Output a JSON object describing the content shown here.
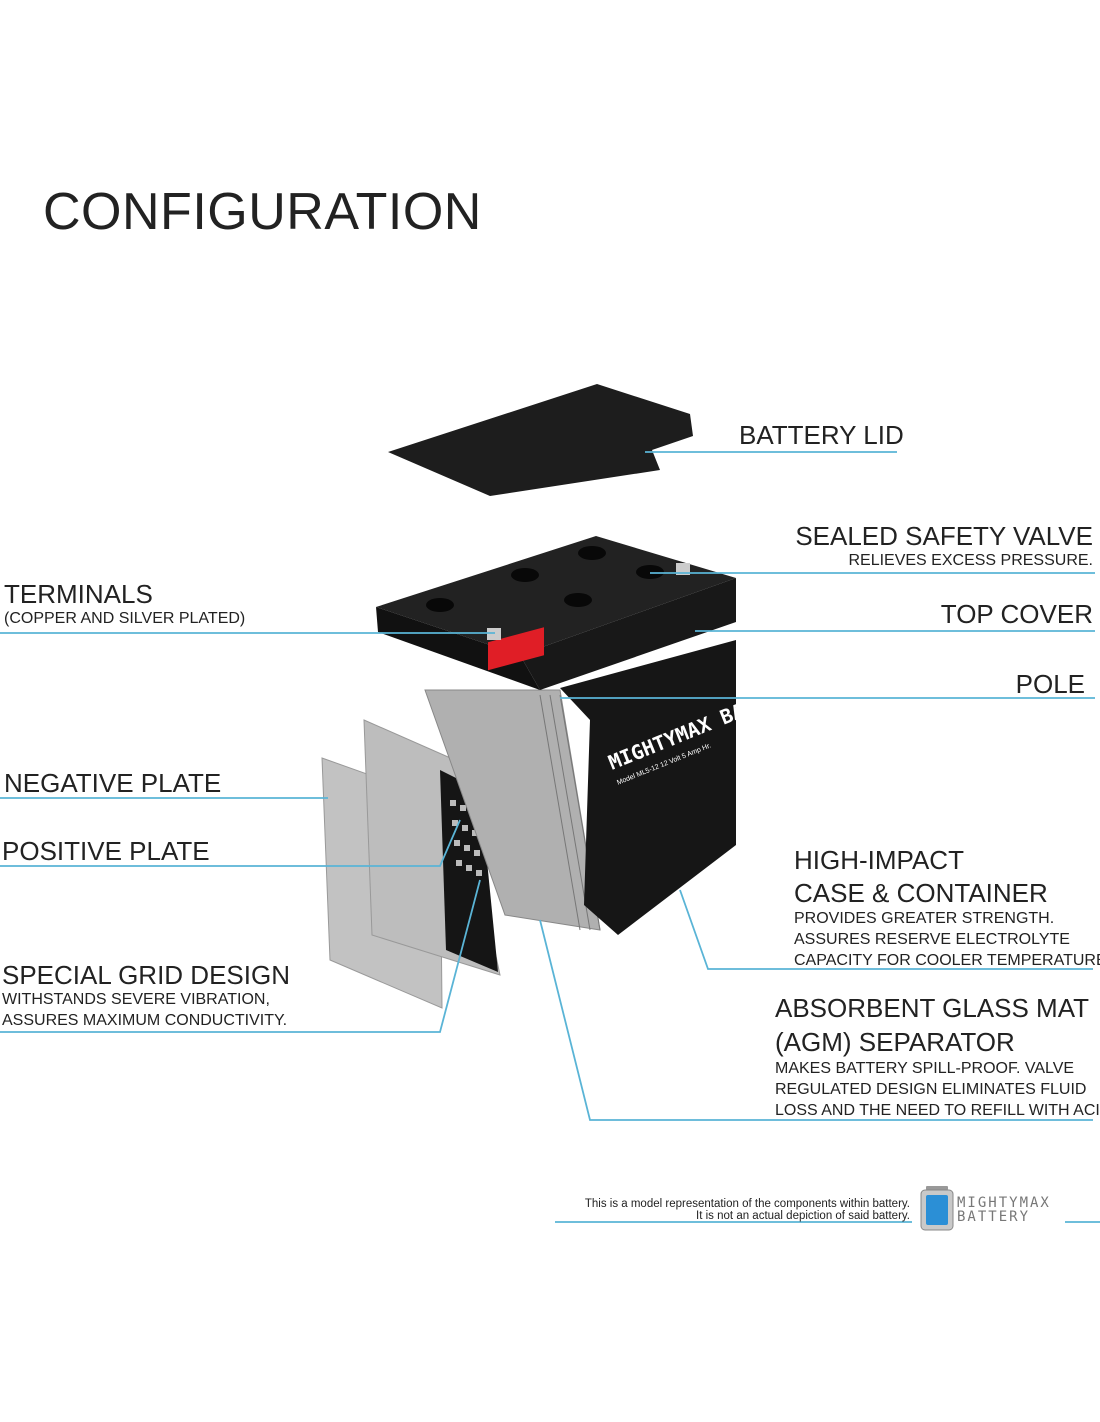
{
  "title": "CONFIGURATION",
  "labels": {
    "battery_lid": "BATTERY LID",
    "safety_valve": {
      "title": "SEALED SAFETY VALVE",
      "desc": "RELIEVES EXCESS PRESSURE."
    },
    "terminals": {
      "title": "TERMINALS",
      "desc": "(COPPER AND SILVER PLATED)"
    },
    "top_cover": "TOP COVER",
    "pole": "POLE",
    "negative_plate": "NEGATIVE PLATE",
    "positive_plate": "POSITIVE PLATE",
    "grid": {
      "title": "SPECIAL GRID DESIGN",
      "desc": [
        "WITHSTANDS SEVERE VIBRATION,",
        "ASSURES MAXIMUM CONDUCTIVITY."
      ]
    },
    "case": {
      "title": [
        "HIGH-IMPACT",
        "CASE & CONTAINER"
      ],
      "desc": [
        "PROVIDES GREATER STRENGTH.",
        "ASSURES RESERVE ELECTROLYTE",
        "CAPACITY FOR COOLER TEMPERATURES."
      ]
    },
    "agm": {
      "title": [
        "ABSORBENT GLASS MAT",
        "(AGM) SEPARATOR"
      ],
      "desc": [
        "MAKES BATTERY SPILL-PROOF. VALVE",
        "REGULATED DESIGN ELIMINATES FLUID",
        "LOSS AND THE NEED TO REFILL WITH ACID."
      ]
    }
  },
  "footer": {
    "disclaimer": [
      "This is a model representation of the components within battery.",
      "It is not an actual depiction of said battery."
    ],
    "brand": [
      "MIGHTYMAX",
      "BATTERY"
    ]
  },
  "battery_label": {
    "brand": "MIGHTYMAX BATTERY",
    "model": "Model ML5-12 12 Volt 5 Amp Hr."
  },
  "colors": {
    "leader_line": "#5ab4d6",
    "battery_body": "#161616",
    "terminal_red": "#e01e26",
    "plate": "#b9b9b9"
  }
}
